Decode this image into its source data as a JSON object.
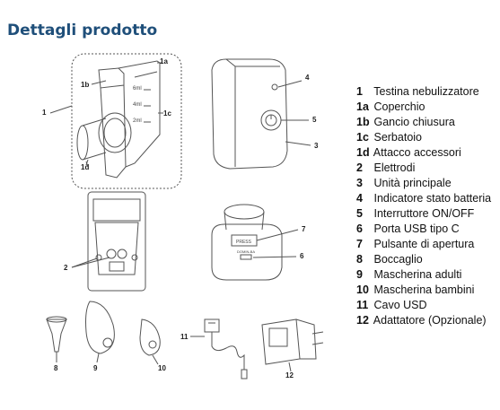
{
  "title": "Dettagli prodotto",
  "legend": [
    {
      "num": "1",
      "label": "Testina nebulizzatore"
    },
    {
      "num": "1a",
      "label": "Coperchio"
    },
    {
      "num": "1b",
      "label": "Gancio chiusura"
    },
    {
      "num": "1c",
      "label": "Serbatoio"
    },
    {
      "num": "1d",
      "label": "Attacco accessori"
    },
    {
      "num": "2",
      "label": "Elettrodi"
    },
    {
      "num": "3",
      "label": "Unità principale"
    },
    {
      "num": "4",
      "label": "Indicatore stato batteria"
    },
    {
      "num": "5",
      "label": "Interruttore ON/OFF"
    },
    {
      "num": "6",
      "label": "Porta USB tipo C"
    },
    {
      "num": "7",
      "label": "Pulsante di apertura"
    },
    {
      "num": "8",
      "label": "Boccaglio"
    },
    {
      "num": "9",
      "label": "Mascherina adulti"
    },
    {
      "num": "10",
      "label": "Mascherina bambini"
    },
    {
      "num": "11",
      "label": "Cavo USD"
    },
    {
      "num": "12",
      "label": "Adattatore (Opzionale)"
    }
  ],
  "callouts": {
    "c1": "1",
    "c1a": "1a",
    "c1b": "1b",
    "c1c": "1c",
    "c1d": "1d",
    "c2": "2",
    "c3": "3",
    "c4": "4",
    "c5": "5",
    "c6": "6",
    "c7": "7",
    "c8": "8",
    "c9": "9",
    "c10": "10",
    "c11": "11",
    "c12": "12"
  },
  "tank_marks": {
    "m1": "6ml",
    "m2": "4ml",
    "m3": "2ml"
  },
  "device_text": {
    "press": "PRESS",
    "brand": "DOMIN-BA"
  }
}
